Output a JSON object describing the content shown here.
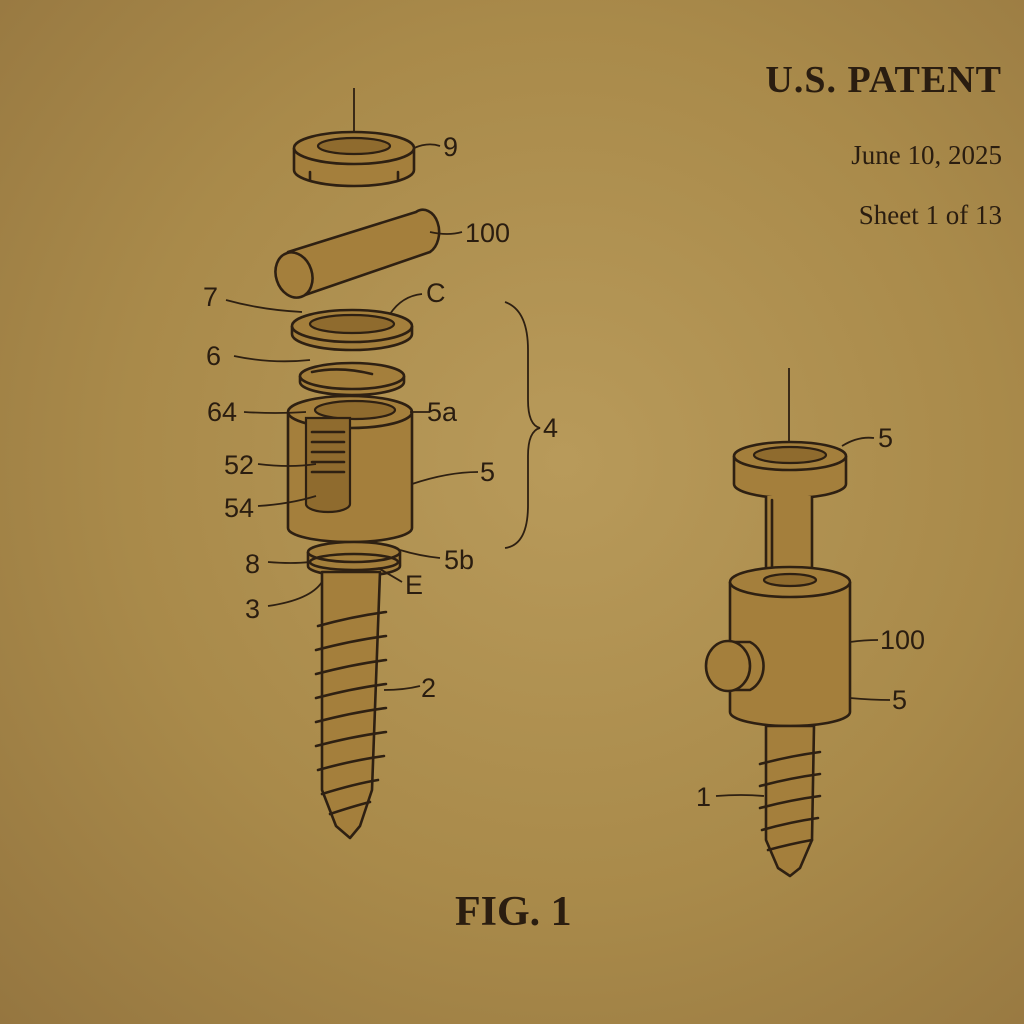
{
  "header": {
    "title": "U.S. PATENT",
    "date": "June 10, 2025",
    "sheet": "Sheet 1 of 13"
  },
  "figure": {
    "caption": "FIG. 1"
  },
  "exploded_view_labels": {
    "cap_ring": "9",
    "rod": "100",
    "ring": "7",
    "ring_edge": "C",
    "disc": "6",
    "bracket_group": "4",
    "head_top_a": "64",
    "head_top_b": "5a",
    "slot_upper": "52",
    "head": "5",
    "slot_lower": "54",
    "collar": "8",
    "head_bottom": "5b",
    "edge": "E",
    "neck": "3",
    "shaft": "2"
  },
  "assembled_view_labels": {
    "top_cap": "5",
    "body": "100",
    "body_lower": "5",
    "screw": "1"
  },
  "colors": {
    "paper": "#a98a4a",
    "ink": "#2a1d10"
  }
}
